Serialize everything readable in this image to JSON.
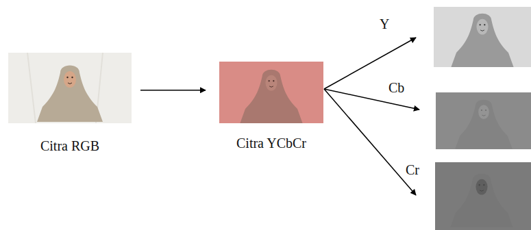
{
  "diagram": {
    "nodes": [
      {
        "text": [
          "Citra RGB"
        ]
      },
      {
        "text": [
          "Citra YCbCr"
        ]
      }
    ],
    "edges": [
      {
        "from": 0,
        "to": 1,
        "arrow": "to"
      }
    ],
    "labels": [
      "Y",
      "Cb",
      "Cr"
    ]
  }
}
